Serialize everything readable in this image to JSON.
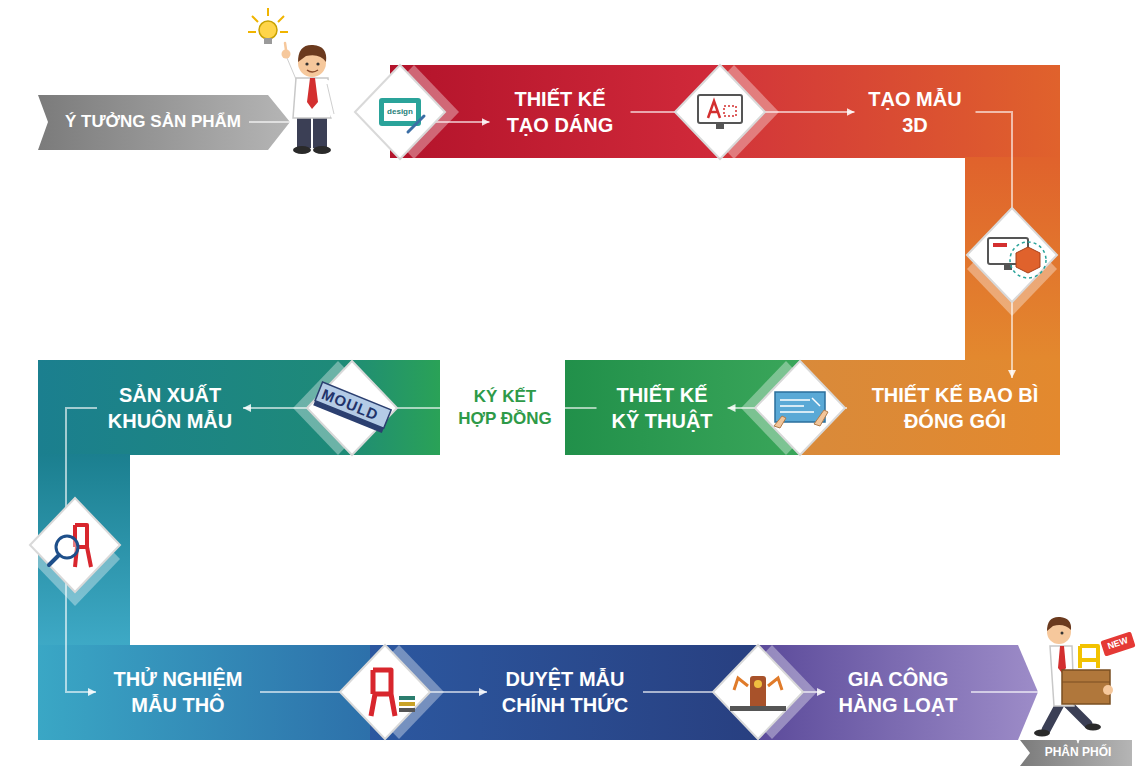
{
  "diagram": {
    "nodes": [
      {
        "text": [
          "Ý TƯỞNG SẢN PHẨM"
        ]
      },
      {
        "text": [
          "THIẾT KẾ TẠO DÁNG"
        ]
      },
      {
        "text": [
          "TẠO MẪU 3D"
        ]
      },
      {
        "text": [
          "THIẾT KẾ BAO BÌ ĐÓNG GÓI"
        ]
      },
      {
        "text": [
          "THIẾT KẾ KỸ THUẬT"
        ]
      },
      {
        "text": [
          "SẢN XUẤT KHUÔN MẪU"
        ]
      },
      {
        "text": [
          "THỬ NGHIỆM MẪU THÔ"
        ]
      },
      {
        "text": [
          "DUYỆT MẪU CHÍNH THỨC"
        ]
      },
      {
        "text": [
          "GIA CÔNG HÀNG LOẠT"
        ]
      },
      {
        "text": [
          "PHÂN PHỐI"
        ]
      }
    ],
    "edges": [
      {
        "from": 0,
        "to": 1,
        "arrow": "to"
      },
      {
        "from": 1,
        "to": 2,
        "arrow": "to"
      },
      {
        "from": 2,
        "to": 3,
        "arrow": "to"
      },
      {
        "from": 3,
        "to": 4,
        "arrow": "to"
      },
      {
        "from": 4,
        "to": 5,
        "label": "KÝ KẾT HỢP ĐỒNG",
        "arrow": "to"
      },
      {
        "from": 5,
        "to": 6,
        "arrow": "to"
      },
      {
        "from": 6,
        "to": 7,
        "arrow": "to"
      },
      {
        "from": 7,
        "to": 8,
        "arrow": "to"
      },
      {
        "from": 8,
        "to": 9,
        "arrow": "to"
      }
    ],
    "labels": [
      "design",
      "MOULD",
      "NEW"
    ]
  }
}
